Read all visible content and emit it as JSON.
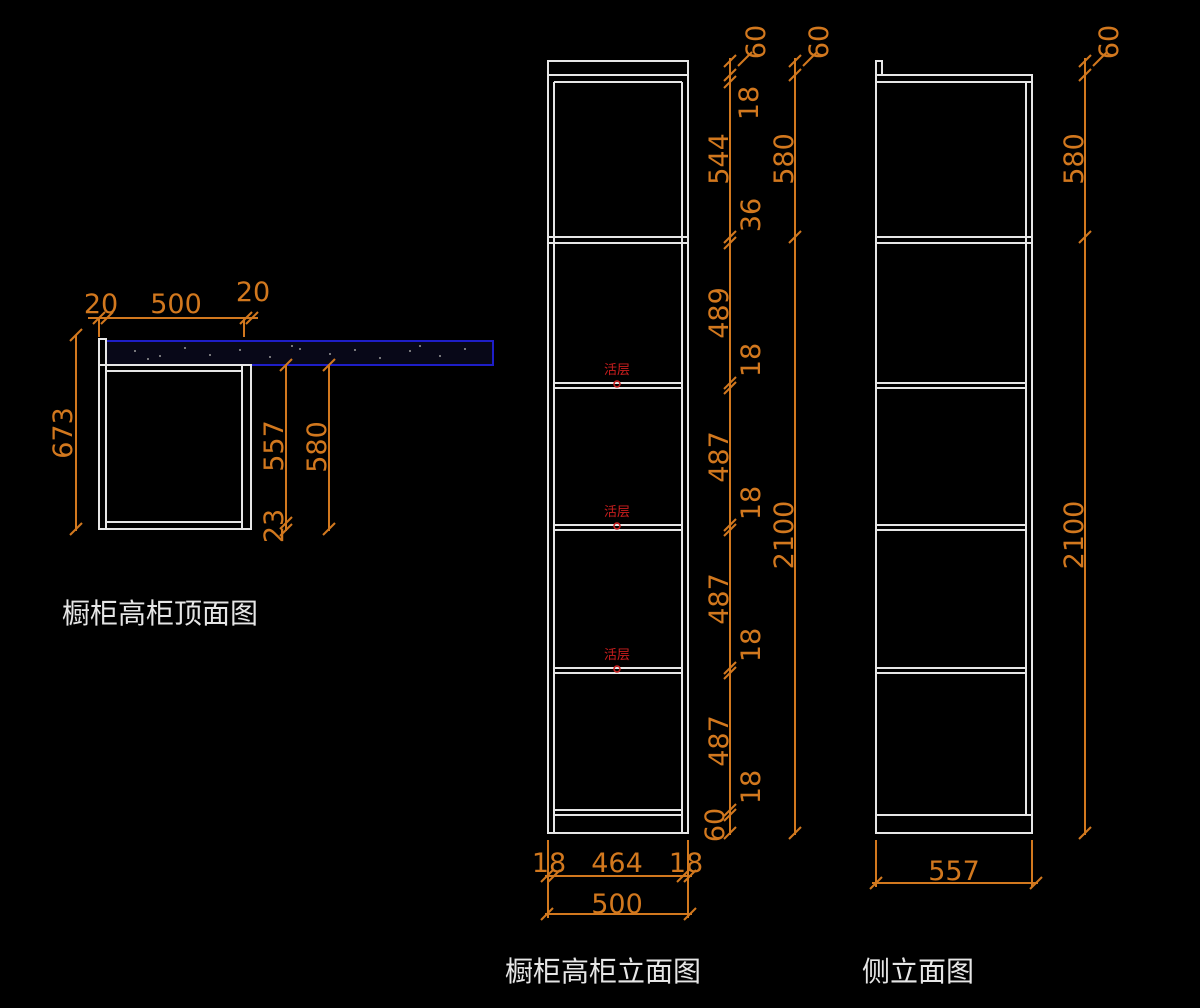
{
  "colors": {
    "background": "#000000",
    "line": "#e6e6e6",
    "dimension": "#d2781e",
    "countertop": "#1e1ec8",
    "label": "#cc1e1e"
  },
  "titles": {
    "top_view": "橱柜高柜顶面图",
    "front_view": "橱柜高柜立面图",
    "side_view": "侧立面图"
  },
  "top_view": {
    "dims": {
      "left_gap": "20",
      "width": "500",
      "right_gap": "20",
      "depth": "673",
      "inner_depth": "557",
      "cabinet_depth": "580",
      "bottom_small": "23"
    }
  },
  "front_view": {
    "shelf_labels": [
      "活层",
      "活层",
      "活层"
    ],
    "dims_vertical": [
      "60",
      "18",
      "544",
      "36",
      "489",
      "18",
      "487",
      "18",
      "487",
      "18",
      "487",
      "18",
      "60"
    ],
    "dims_upper": [
      "60",
      "580",
      "2100"
    ],
    "dims_bottom": {
      "side_left": "18",
      "inner": "464",
      "side_right": "18",
      "total": "500"
    }
  },
  "side_view": {
    "dims": {
      "top": "60",
      "upper": "580",
      "total": "2100",
      "depth": "557"
    }
  }
}
